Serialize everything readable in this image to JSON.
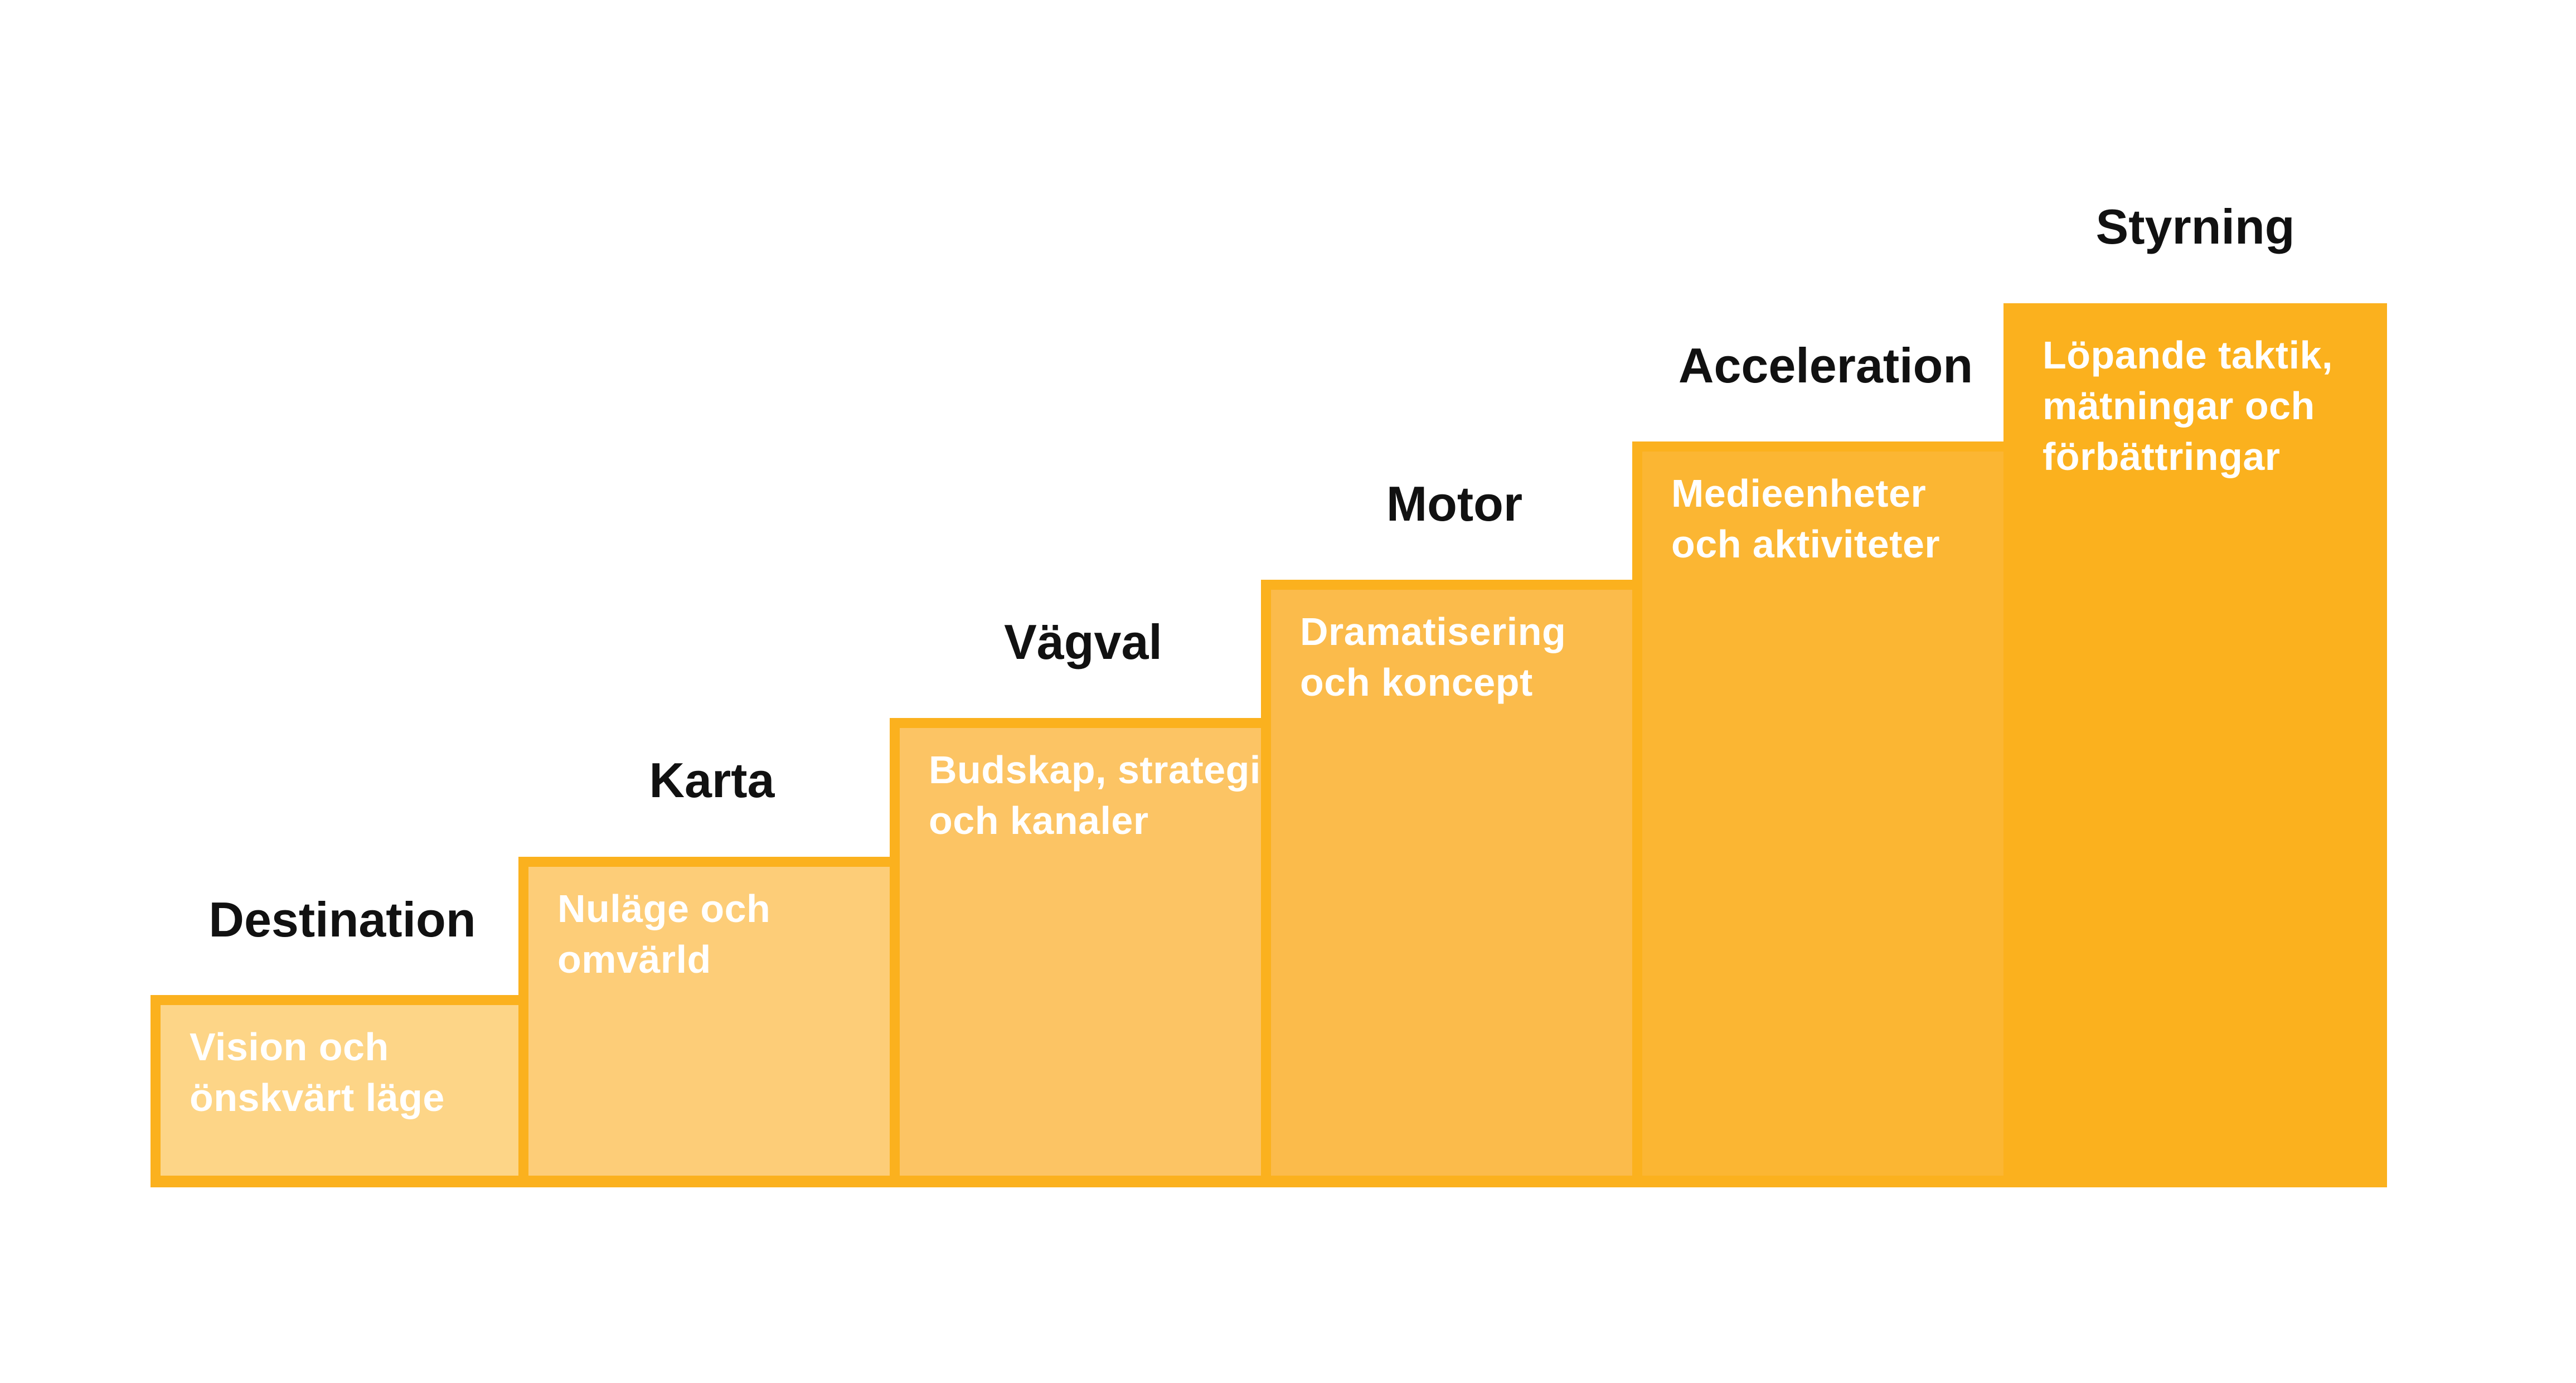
{
  "steps": [
    {
      "title": "Destination",
      "text": "Vision och\nönskvärt läge",
      "color": "#fdd587"
    },
    {
      "title": "Karta",
      "text": "Nuläge och\nomvärld",
      "color": "#fdcd78"
    },
    {
      "title": "Vägval",
      "text": "Budskap, strategi\noch kanaler",
      "color": "#fcc464"
    },
    {
      "title": "Motor",
      "text": "Dramatisering\noch koncept",
      "color": "#fbbb4b"
    },
    {
      "title": "Acceleration",
      "text": "Medieenheter\noch aktiviteter",
      "color": "#fbb633"
    },
    {
      "title": "Styrning",
      "text": "Löpande taktik,\nmätningar och\nförbättringar",
      "color": "#fbb11e"
    }
  ],
  "border_color": "#fbb11e"
}
